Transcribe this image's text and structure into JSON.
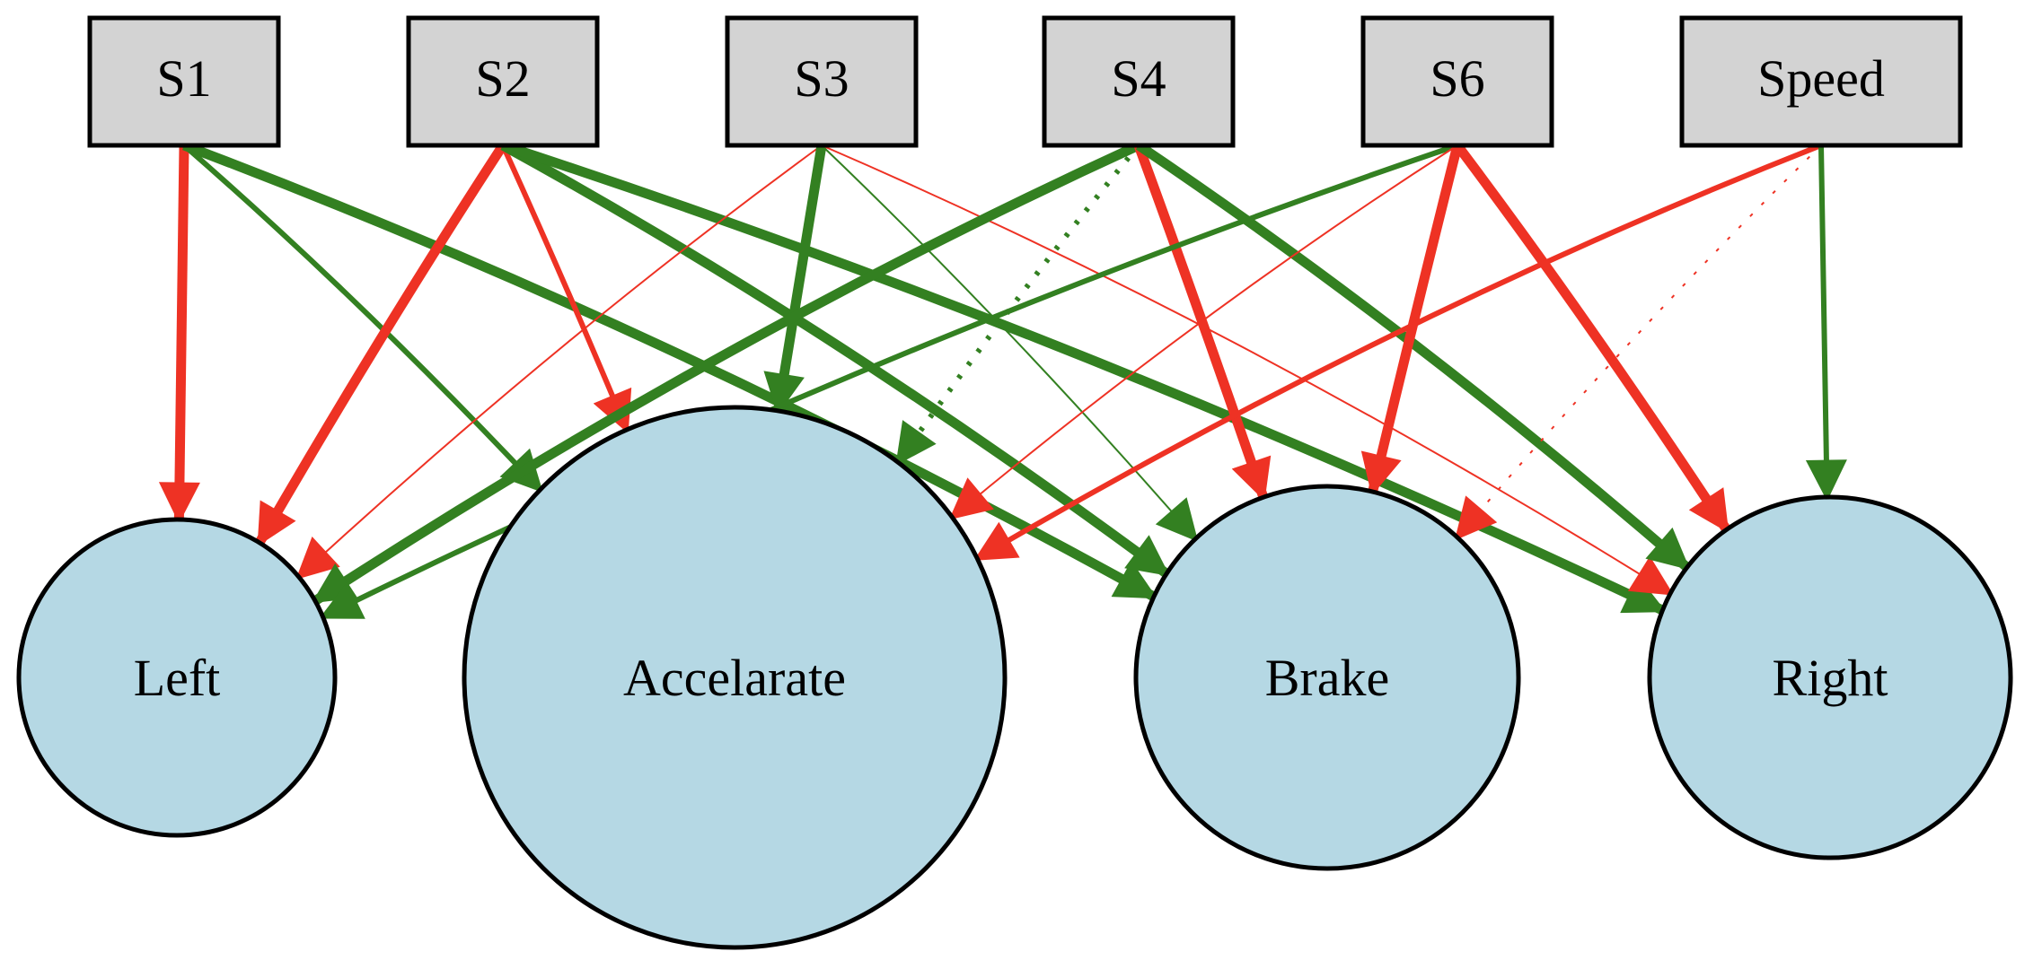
{
  "colors": {
    "positive": "#338021",
    "negative": "#ee3224",
    "input_fill": "#d3d3d3",
    "output_fill": "#b5d8e4"
  },
  "inputs": [
    {
      "id": "s1",
      "label": "S1"
    },
    {
      "id": "s2",
      "label": "S2"
    },
    {
      "id": "s3",
      "label": "S3"
    },
    {
      "id": "s4",
      "label": "S4"
    },
    {
      "id": "s6",
      "label": "S6"
    },
    {
      "id": "speed",
      "label": "Speed"
    }
  ],
  "outputs": [
    {
      "id": "left",
      "label": "Left"
    },
    {
      "id": "accelarate",
      "label": "Accelarate"
    },
    {
      "id": "brake",
      "label": "Brake"
    },
    {
      "id": "right",
      "label": "Right"
    }
  ],
  "edges": [
    {
      "from": "s1",
      "to": "left",
      "sign": "negative",
      "weight": "heavy",
      "style": "solid"
    },
    {
      "from": "s1",
      "to": "accelarate",
      "sign": "positive",
      "weight": "medium",
      "style": "solid"
    },
    {
      "from": "s1",
      "to": "brake",
      "sign": "positive",
      "weight": "heavy",
      "style": "solid"
    },
    {
      "from": "s2",
      "to": "left",
      "sign": "negative",
      "weight": "heavy",
      "style": "solid"
    },
    {
      "from": "s2",
      "to": "accelarate",
      "sign": "negative",
      "weight": "medium",
      "style": "solid"
    },
    {
      "from": "s2",
      "to": "brake",
      "sign": "positive",
      "weight": "heavy",
      "style": "solid"
    },
    {
      "from": "s2",
      "to": "right",
      "sign": "positive",
      "weight": "heavy",
      "style": "solid"
    },
    {
      "from": "s3",
      "to": "left",
      "sign": "negative",
      "weight": "thin",
      "style": "solid"
    },
    {
      "from": "s3",
      "to": "accelarate",
      "sign": "positive",
      "weight": "heavy",
      "style": "solid"
    },
    {
      "from": "s3",
      "to": "brake",
      "sign": "positive",
      "weight": "thin",
      "style": "solid"
    },
    {
      "from": "s3",
      "to": "right",
      "sign": "negative",
      "weight": "thin",
      "style": "solid"
    },
    {
      "from": "s4",
      "to": "left",
      "sign": "positive",
      "weight": "heavy",
      "style": "solid"
    },
    {
      "from": "s4",
      "to": "accelarate",
      "sign": "positive",
      "weight": "medium",
      "style": "dotted"
    },
    {
      "from": "s4",
      "to": "brake",
      "sign": "negative",
      "weight": "heavy",
      "style": "solid"
    },
    {
      "from": "s4",
      "to": "right",
      "sign": "positive",
      "weight": "heavy",
      "style": "solid"
    },
    {
      "from": "s6",
      "to": "left",
      "sign": "positive",
      "weight": "medium",
      "style": "solid"
    },
    {
      "from": "s6",
      "to": "accelarate",
      "sign": "negative",
      "weight": "thin",
      "style": "solid"
    },
    {
      "from": "s6",
      "to": "brake",
      "sign": "negative",
      "weight": "heavy",
      "style": "solid"
    },
    {
      "from": "s6",
      "to": "right",
      "sign": "negative",
      "weight": "heavy",
      "style": "solid"
    },
    {
      "from": "speed",
      "to": "accelarate",
      "sign": "negative",
      "weight": "medium",
      "style": "solid"
    },
    {
      "from": "speed",
      "to": "brake",
      "sign": "negative",
      "weight": "thin",
      "style": "dotted"
    },
    {
      "from": "speed",
      "to": "right",
      "sign": "positive",
      "weight": "medium",
      "style": "solid"
    }
  ]
}
